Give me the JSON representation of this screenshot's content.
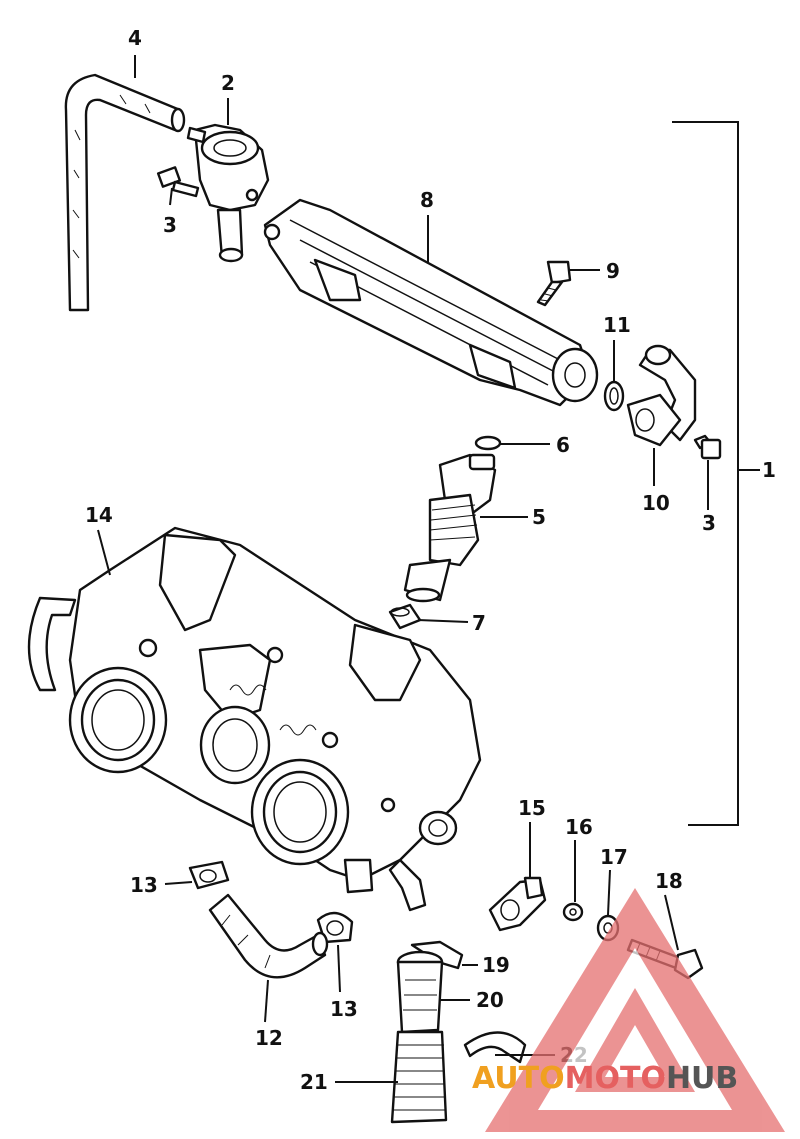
{
  "diagram": {
    "callouts": {
      "c1": "1",
      "c2": "2",
      "c3a": "3",
      "c3b": "3",
      "c4": "4",
      "c5": "5",
      "c6": "6",
      "c7": "7",
      "c8": "8",
      "c9": "9",
      "c10": "10",
      "c11": "11",
      "c12": "12",
      "c13a": "13",
      "c13b": "13",
      "c14": "14",
      "c15": "15",
      "c16": "16",
      "c17": "17",
      "c18": "18",
      "c19": "19",
      "c20": "20",
      "c21": "21",
      "c22": "22"
    }
  },
  "watermark": {
    "part1": "AUTO",
    "part2": "MOTO",
    "part3": "HUB",
    "colors": {
      "auto": "#f0a020",
      "moto": "#e56060",
      "hub": "#555555",
      "triangle": "#e57070"
    }
  }
}
